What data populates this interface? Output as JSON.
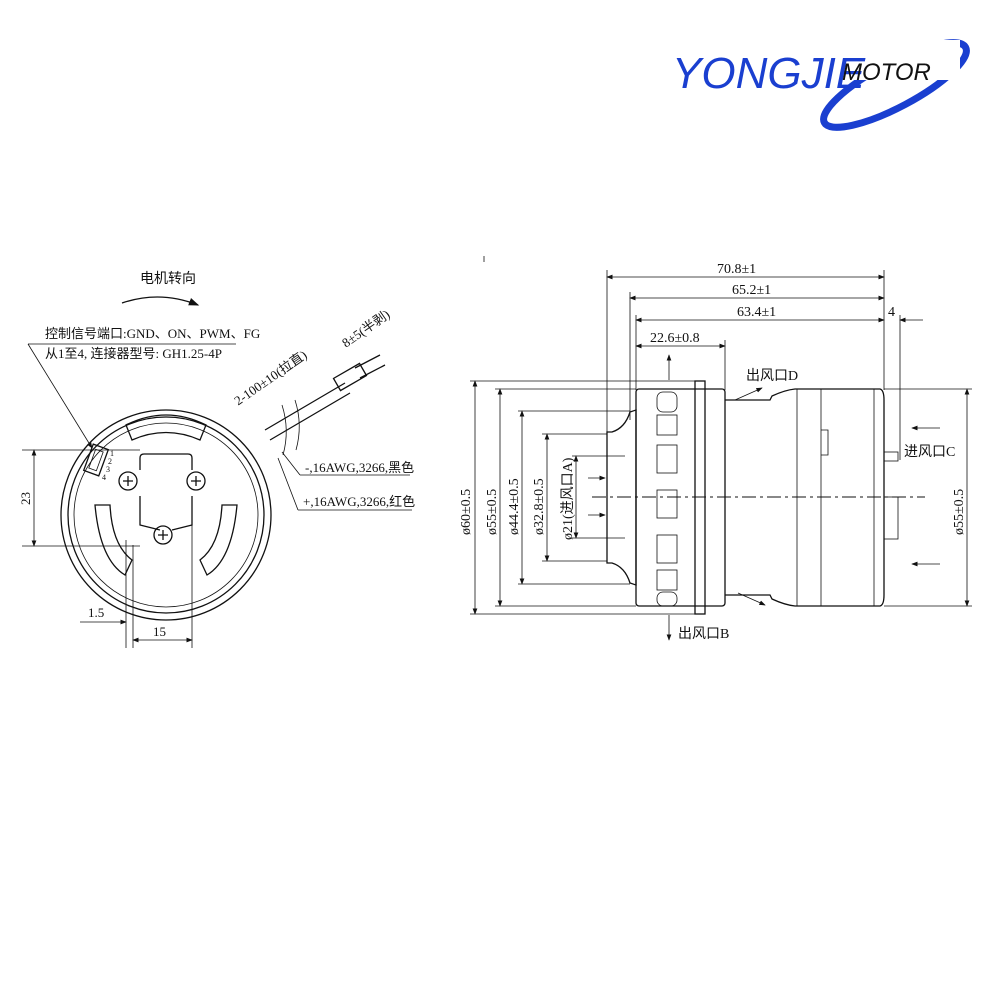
{
  "logo": {
    "brand": "YONGJIE",
    "suffix": "MOTOR",
    "colors": {
      "brand": "#1a3fd0",
      "suffix": "#111111",
      "swoosh": "#1a3fd0"
    }
  },
  "front_view": {
    "rotation_label": "电机转向",
    "signal_port_label": "控制信号端口:GND、ON、PWM、FG",
    "connector_label": "从1至4, 连接器型号: GH1.25-4P",
    "pin_numbers": [
      "1",
      "2",
      "3",
      "4"
    ],
    "wire_length": "2-100±10(拉直)",
    "strip_length": "8±5(半剥)",
    "wire_negative": "-,16AWG,3266,黑色",
    "wire_positive": "+,16AWG,3266,红色",
    "dim_height": "23",
    "dim_offset": "1.5",
    "dim_width": "15"
  },
  "side_view": {
    "dim_total_length": "70.8±1",
    "dim_length_2": "65.2±1",
    "dim_length_3": "63.4±1",
    "dim_shaft": "4",
    "dim_front": "22.6±0.8",
    "outlet_d": "出风口D",
    "outlet_b": "出风口B",
    "inlet_c": "进风口C",
    "dia_60": "ø60±0.5",
    "dia_55": "ø55±0.5",
    "dia_44": "ø44.4±0.5",
    "dia_32": "ø32.8±0.5",
    "dia_21": "ø21(进风口A)",
    "dia_55_right": "ø55±0.5"
  }
}
